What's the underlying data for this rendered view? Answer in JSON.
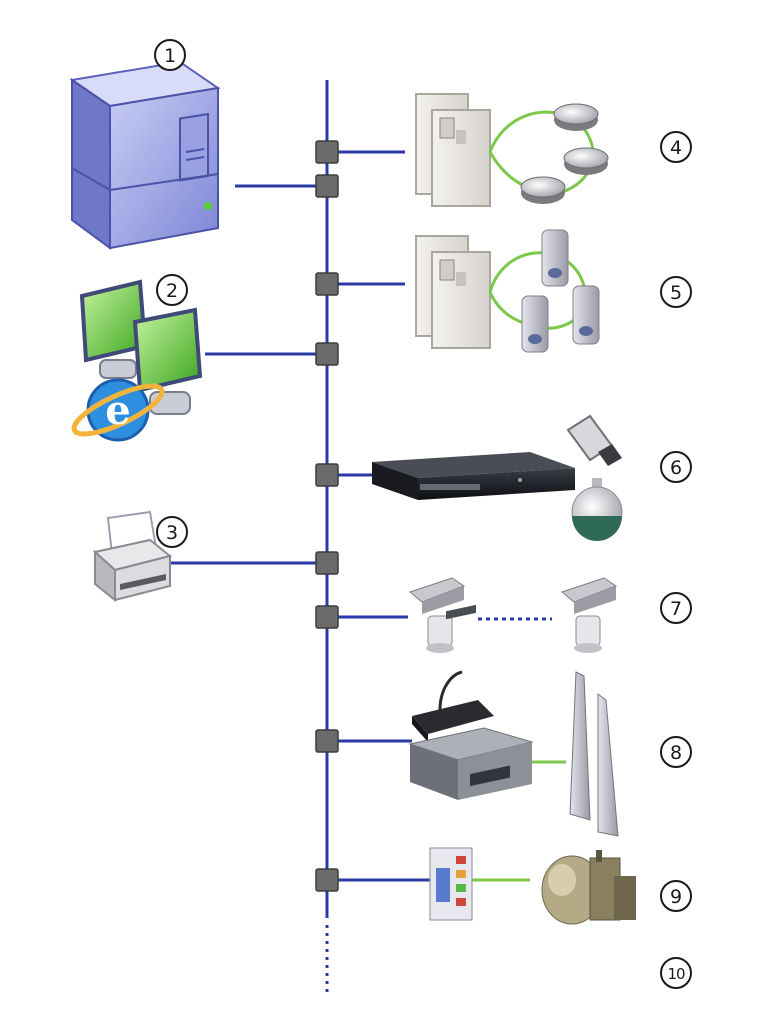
{
  "markers": {
    "n1": "1",
    "n2": "2",
    "n3": "3",
    "n4": "4",
    "n5": "5",
    "n6": "6",
    "n7": "7",
    "n8": "8",
    "n9": "9",
    "n10": "10"
  },
  "colors": {
    "bus": "#2a3aa8",
    "node": "#6b6b6b",
    "peripheral_link": "#7cc84a"
  },
  "icons": [
    "server-tower-icon",
    "workstation-monitors-icon",
    "internet-explorer-icon",
    "printer-icon",
    "fire-panel-icon",
    "smoke-detector-icon",
    "intrusion-panel-icon",
    "motion-sensor-icon",
    "video-recorder-icon",
    "usb-stick-icon",
    "dome-camera-icon",
    "ptz-camera-icon",
    "paging-microphone-icon",
    "audio-amplifier-icon",
    "loudspeaker-column-icon",
    "io-module-icon",
    "building-equipment-icon"
  ]
}
